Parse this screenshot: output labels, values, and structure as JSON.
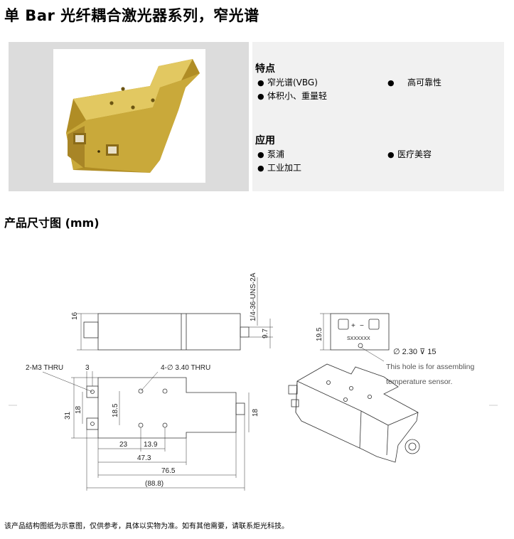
{
  "title": "单 Bar 光纤耦合激光器系列，窄光谱",
  "features": {
    "heading": "特点",
    "items": [
      "窄光谱(VBG)",
      "高可靠性",
      "体积小、重量轻"
    ]
  },
  "applications": {
    "heading": "应用",
    "items": [
      "泵浦",
      "医疗美容",
      "工业加工"
    ]
  },
  "dimension_heading": "产品尺寸图 (mm)",
  "drawing": {
    "thread_label": "1/4-36-UNS-2A",
    "dim_16": "16",
    "dim_9_7": "9.7",
    "dim_19_5": "19.5",
    "label_2m3": "2-M3 THRU",
    "dim_3": "3",
    "label_4hole": "4-∅ 3.40 THRU",
    "dim_31": "31",
    "dim_18_left": "18",
    "dim_18_5": "18.5",
    "dim_18_right": "18",
    "dim_23": "23",
    "dim_13_9": "13.9",
    "dim_47_3": "47.3",
    "dim_76_5": "76.5",
    "dim_88_8": "(88.8)",
    "serial": "SXXXXXX",
    "plus": "+",
    "minus": "−",
    "hole_spec": "∅ 2.30 ⊽ 15",
    "note_line1": "This hole is for assembling",
    "note_line2": "temperature sensor."
  },
  "footer": "该产品结构图纸为示意图，仅供参考，具体以实物为准。如有其他需要，请联系炬光科技。",
  "colors": {
    "panel_left": "#dcdcdc",
    "panel_right": "#f1f1f1",
    "gold": "#c9a93a"
  }
}
